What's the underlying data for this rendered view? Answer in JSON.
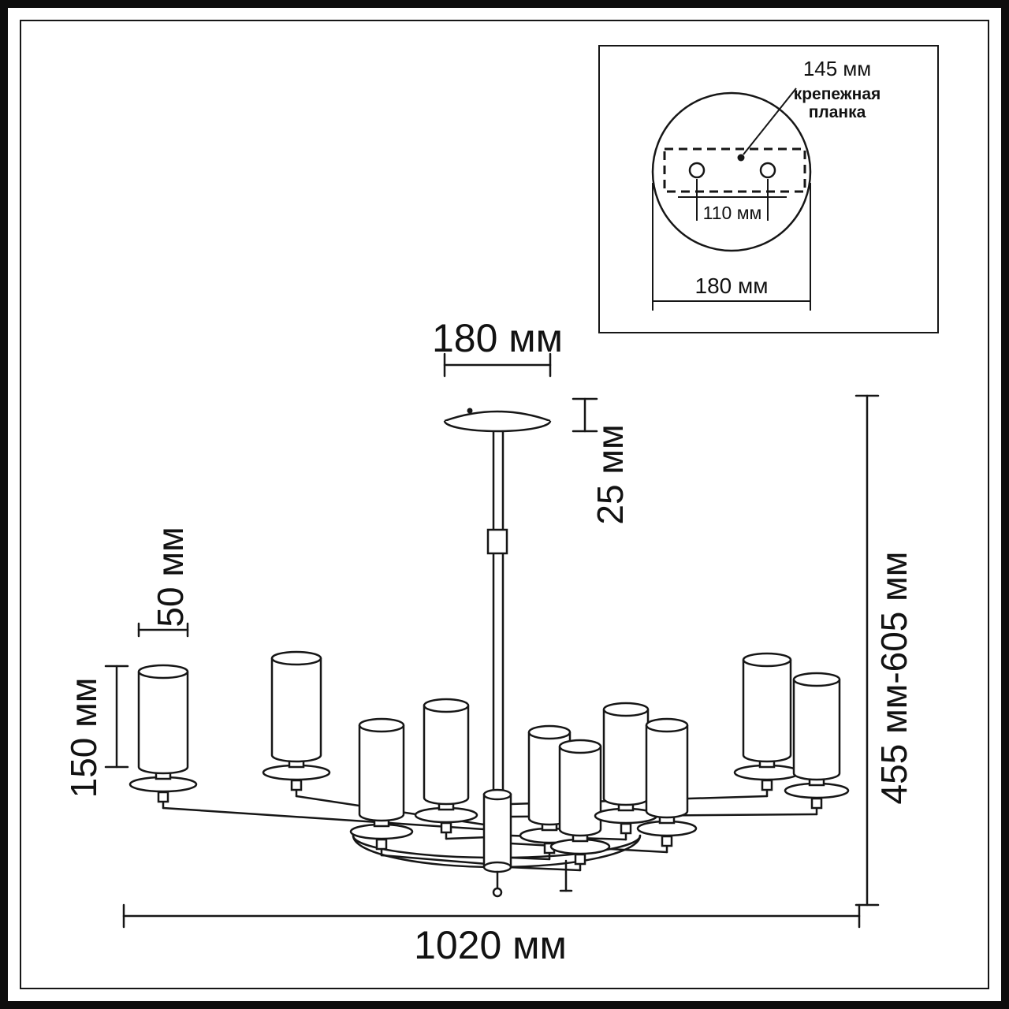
{
  "main_drawing": {
    "dim_canopy_width": "180 мм",
    "dim_canopy_height": "25 мм",
    "dim_shade_width": "50 мм",
    "dim_shade_height": "150 мм",
    "dim_total_height": "455 мм-605 мм",
    "dim_total_width": "1020 мм"
  },
  "inset": {
    "dim_plate_offset": "145 мм",
    "plate_label_line1": "крепежная",
    "plate_label_line2": "планка",
    "dim_hole_spacing": "110 мм",
    "dim_base_width": "180 мм"
  },
  "colors": {
    "line": "#161616",
    "background": "#ffffff"
  }
}
